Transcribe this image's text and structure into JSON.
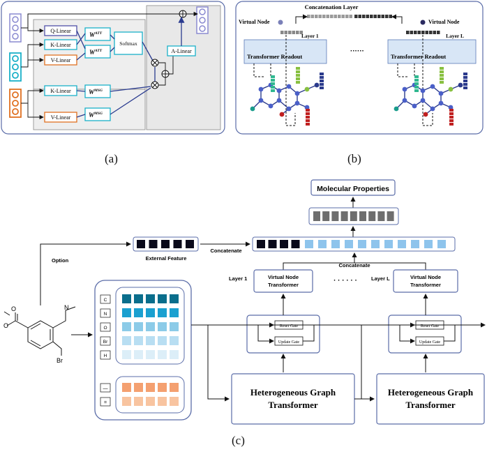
{
  "panel_a": {
    "caption": "(a)",
    "q_linear": "Q-Linear",
    "k_linear": "K-Linear",
    "v_linear": "V-Linear",
    "k_linear_2": "K-Linear",
    "v_linear_2": "V-Linear",
    "w_att": "W",
    "att_sup": "ATT",
    "w_msg": "W",
    "msg_sup": "MSG",
    "softmax": "Softmax",
    "a_linear": "A-Linear"
  },
  "panel_b": {
    "caption": "(b)",
    "concatenation_layer": "Concatenation Layer",
    "virtual_node": "Virtual Node",
    "layer_1": "Layer 1",
    "layer_l": "Layer L",
    "transformer_readout": "Transformer Readout",
    "ellipsis": "······"
  },
  "panel_c": {
    "caption": "(c)",
    "molecular_properties": "Molecular Properties",
    "option": "Option",
    "external_feature": "External Feature",
    "concatenate_top": "Concatenate",
    "concatenate_mid": "Concatenate",
    "layer_1": "Layer 1",
    "layer_l": "Layer L",
    "virtual_node_transformer": [
      "Virtual Node",
      "Transformer"
    ],
    "ellipsis": "· · · · · ·",
    "reset_gate": "Reset Gate",
    "update_gate": "Update Gate",
    "hgt": [
      "Heterogeneous Graph",
      "Transformer"
    ],
    "atoms": [
      "C",
      "N",
      "O",
      "Br",
      "H"
    ],
    "bonds": [
      "—",
      "="
    ],
    "molecule_br": "Br",
    "molecule_n": "N",
    "molecule_o": "O"
  },
  "colors": {
    "panel_bg": "#f2f2f2",
    "panel_border": "#5a6ca8",
    "blue_box": "#3aa0d8",
    "orange": "#e07020",
    "purple": "#6060b0",
    "teal": "#0a6e8c",
    "light_blue": "#cfe3f5",
    "dark_node": "#2b3a8c"
  }
}
